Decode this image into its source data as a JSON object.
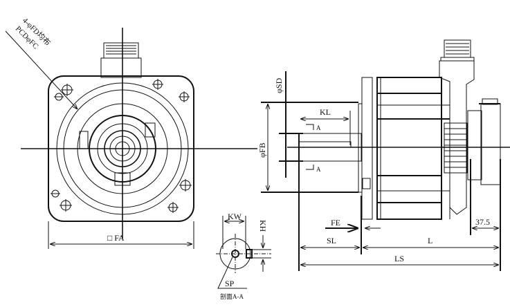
{
  "front_view": {
    "hole_note": "4-φFD均布",
    "pcd_note": "PCDφFC",
    "flange_label": "□ FA"
  },
  "section_view": {
    "kw_label": "KW",
    "kh_label": "KH",
    "sp_label": "SP",
    "section_title": "剖面A-A"
  },
  "side_view": {
    "sd_label": "φSD",
    "fb_label": "φFB",
    "kl_label": "KL",
    "section_mark_top": "A",
    "section_mark_bottom": "A",
    "fe_label": "FE",
    "sl_label": "SL",
    "l_label": "L",
    "ls_label": "LS",
    "encoder_dim": "37.5"
  }
}
